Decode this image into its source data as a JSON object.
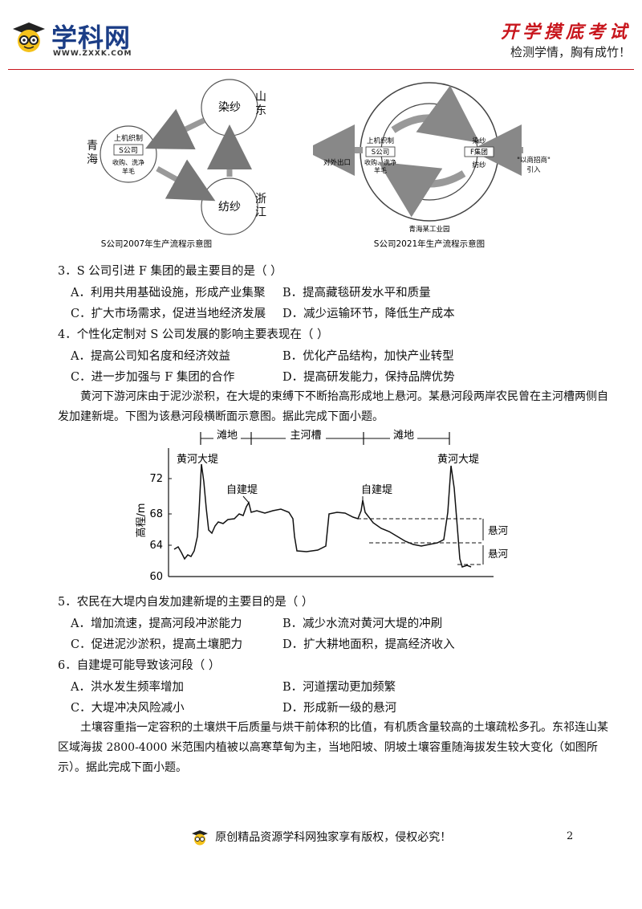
{
  "header": {
    "logo_text": "学科网",
    "logo_url": "WWW.ZXXK.COM",
    "right_title": "开学摸底考试",
    "right_subtitle": "检测学情，胸有成竹！"
  },
  "diagram_2007": {
    "node_top": "染纱",
    "node_top_place": "山东",
    "node_bottom": "纺纱",
    "node_bottom_place": "浙江",
    "node_left_line1": "上机织制",
    "node_left_box": "S公司",
    "node_left_line3": "收购、洗净",
    "node_left_line4": "羊毛",
    "node_left_place": "青海",
    "caption": "S公司2007年生产流程示意图"
  },
  "diagram_2021": {
    "left_line1": "上机织制",
    "left_box": "S公司",
    "left_line3": "收购、洗净",
    "left_line4": "羊毛",
    "right_top": "染纱",
    "right_box": "F集团",
    "right_bottom": "纺纱",
    "out_label": "对外出口",
    "invest_label": "\"以商招商\"",
    "invest_label2": "引入",
    "park_label": "青海某工业园",
    "caption": "S公司2021年生产流程示意图"
  },
  "q3": {
    "stem": "3．S 公司引进 F 集团的最主要目的是（    ）",
    "A": "A．利用共用基础设施，形成产业集聚",
    "B": "B．提高藏毯研发水平和质量",
    "C": "C．扩大市场需求，促进当地经济发展",
    "D": "D．减少运输环节，降低生产成本"
  },
  "q4": {
    "stem": "4．个性化定制对 S 公司发展的影响主要表现在（    ）",
    "A": "A．提高公司知名度和经济效益",
    "B": "B．优化产品结构，加快产业转型",
    "C": "C．进一步加强与 F 集团的合作",
    "D": "D．提高研发能力，保持品牌优势"
  },
  "para1": "黄河下游河床由于泥沙淤积，在大堤的束缚下不断抬高形成地上悬河。某悬河段两岸农民曾在主河槽两侧自发加建新堤。下图为该悬河段横断面示意图。据此完成下面小题。",
  "profile": {
    "zone_left": "滩地",
    "zone_mid": "主河槽",
    "zone_right": "滩地",
    "levee_left": "黄河大堤",
    "levee_right": "黄河大堤",
    "selfdike_left": "自建堤",
    "selfdike_right": "自建堤",
    "ylabel": "高程/m",
    "yticks": [
      "72",
      "68",
      "64",
      "60"
    ],
    "suspended_upper": "悬河",
    "suspended_lower": "悬河"
  },
  "q5": {
    "stem": "5．农民在大堤内自发加建新堤的主要目的是（    ）",
    "A": "A．增加流速，提高河段冲淤能力",
    "B": "B．减少水流对黄河大堤的冲刷",
    "C": "C．促进泥沙淤积，提高土壤肥力",
    "D": "D．扩大耕地面积，提高经济收入"
  },
  "q6": {
    "stem": "6．自建堤可能导致该河段（    ）",
    "A": "A．洪水发生频率增加",
    "B": "B．河道摆动更加频繁",
    "C": "C．大堤冲决风险减小",
    "D": "D．形成新一级的悬河"
  },
  "para2": "土壤容重指一定容积的土壤烘干后质量与烘干前体积的比值，有机质含量较高的土壤疏松多孔。东祁连山某区域海拔 2800-4000 米范围内植被以高寒草甸为主，当地阳坡、阴坡土壤容重随海拔发生较大变化（如图所示）。据此完成下面小题。",
  "footer": {
    "text": "原创精品资源学科网独家享有版权，侵权必究！",
    "page": "2"
  }
}
